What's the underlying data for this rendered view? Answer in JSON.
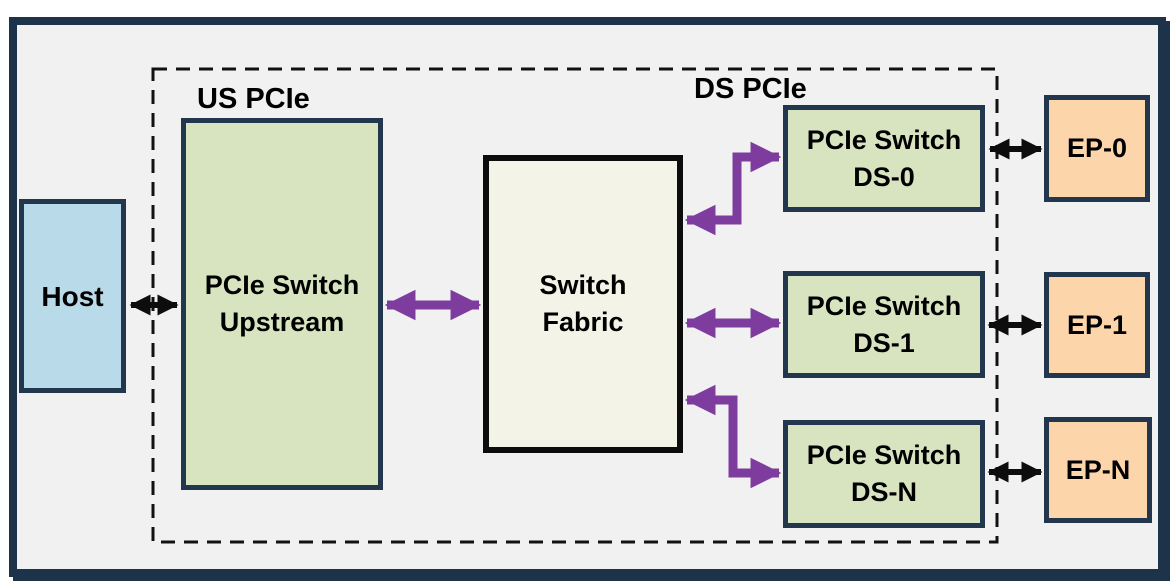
{
  "colors": {
    "page_bg": "#ffffff",
    "canvas_bg": "#f1f1f2",
    "frame_border": "#1d3349",
    "navy_border": "#22364e",
    "green_fill": "#d8e4c0",
    "blue_fill": "#b9dae8",
    "peach_fill": "#fcd5ab",
    "cream_fill": "#f4f3e7",
    "purple": "#7d3c9e",
    "arrow_black": "#0d0d0d",
    "dash_color": "#111111",
    "text_color": "#000000"
  },
  "labels": {
    "us_pcie": "US PCIe",
    "ds_pcie": "DS PCIe"
  },
  "boxes": {
    "host": {
      "label": "Host"
    },
    "upstream": {
      "line1": "PCIe Switch",
      "line2": "Upstream"
    },
    "fabric": {
      "line1": "Switch",
      "line2": "Fabric"
    },
    "ds0": {
      "line1": "PCIe Switch",
      "line2": "DS-0"
    },
    "ds1": {
      "line1": "PCIe Switch",
      "line2": "DS-1"
    },
    "dsn": {
      "line1": "PCIe Switch",
      "line2": "DS-N"
    },
    "ep0": {
      "label": "EP-0"
    },
    "ep1": {
      "label": "EP-1"
    },
    "epn": {
      "label": "EP-N"
    }
  },
  "connections": [
    {
      "from": "Host",
      "to": "PCIe Switch Upstream",
      "style": "black-double-arrow"
    },
    {
      "from": "PCIe Switch Upstream",
      "to": "Switch Fabric",
      "style": "purple-double-arrow"
    },
    {
      "from": "Switch Fabric",
      "to": "PCIe Switch DS-0",
      "style": "purple-double-arrow-elbow"
    },
    {
      "from": "Switch Fabric",
      "to": "PCIe Switch DS-1",
      "style": "purple-double-arrow"
    },
    {
      "from": "Switch Fabric",
      "to": "PCIe Switch DS-N",
      "style": "purple-double-arrow-elbow"
    },
    {
      "from": "PCIe Switch DS-0",
      "to": "EP-0",
      "style": "black-double-arrow"
    },
    {
      "from": "PCIe Switch DS-1",
      "to": "EP-1",
      "style": "black-double-arrow"
    },
    {
      "from": "PCIe Switch DS-N",
      "to": "EP-N",
      "style": "black-double-arrow"
    }
  ]
}
